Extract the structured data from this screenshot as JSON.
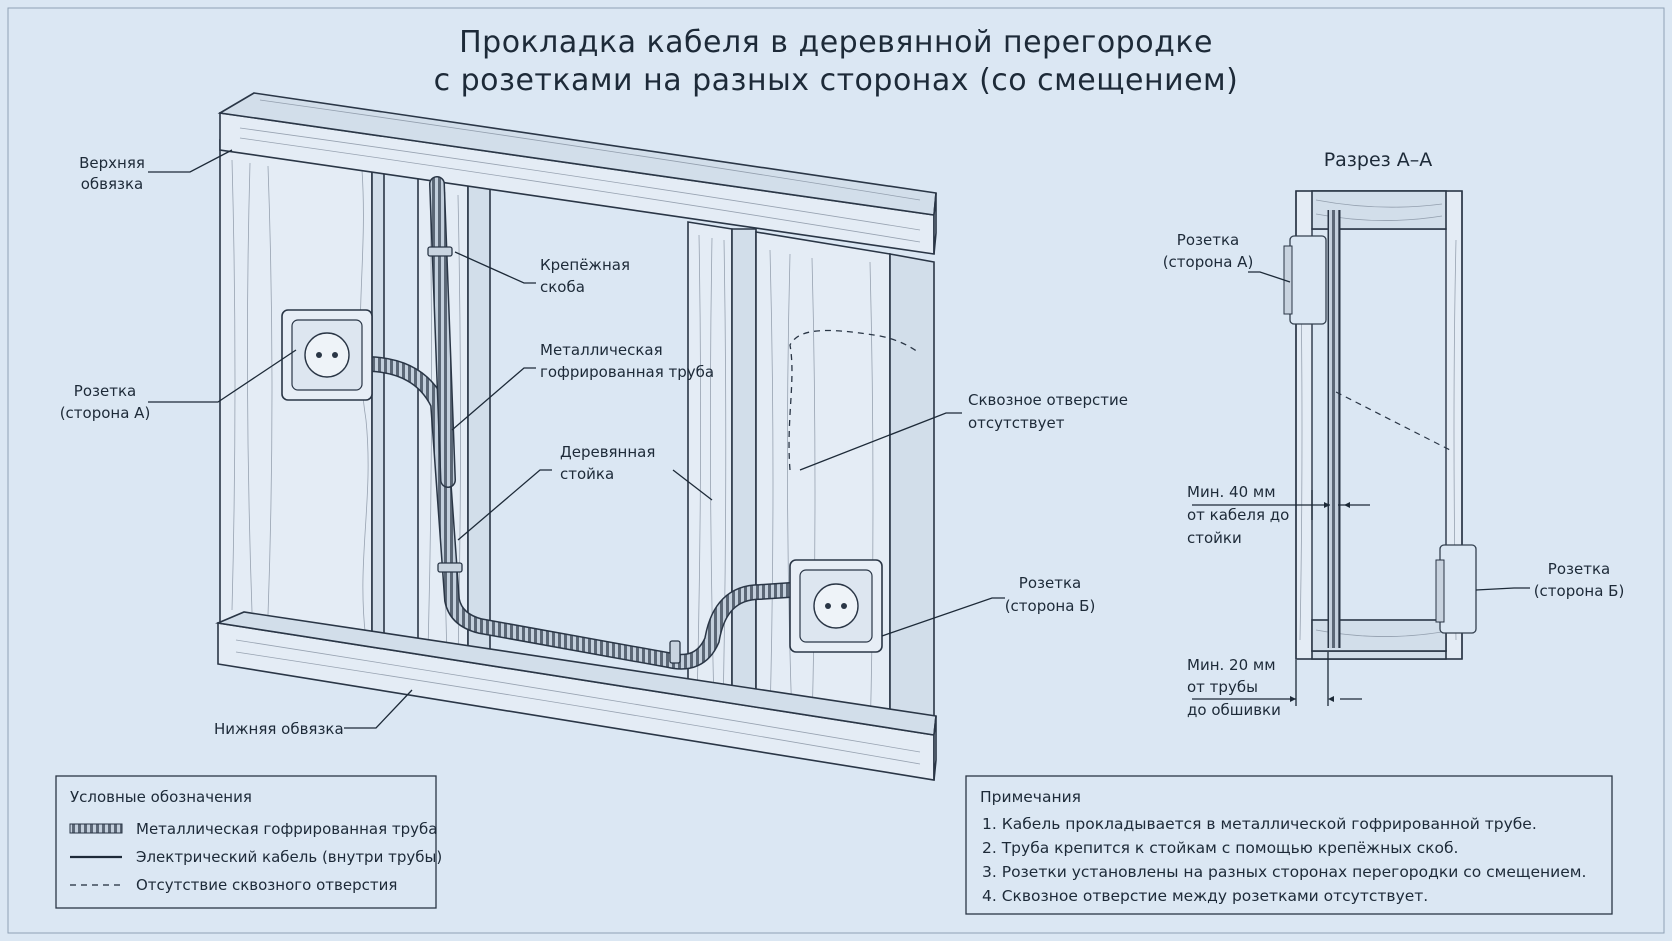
{
  "title": {
    "line1": "Прокладка кабеля в деревянной перегородке",
    "line2": "с розетками на разных сторонах (со смещением)"
  },
  "labels": {
    "top_plate": [
      "Верхняя",
      "обвязка"
    ],
    "clamp": [
      "Крепёжная",
      "скоба"
    ],
    "pipe": [
      "Металлическая",
      "гофрированная труба"
    ],
    "stud": [
      "Деревянная",
      "стойка"
    ],
    "no_hole": [
      "Сквозное отверстие",
      "отсутствует"
    ],
    "socket_a": [
      "Розетка",
      "(сторона А)"
    ],
    "socket_b": [
      "Розетка",
      "(сторона Б)"
    ],
    "bottom_plate": "Нижняя обвязка"
  },
  "section": {
    "title": "Разрез А–А",
    "socket_a": [
      "Розетка",
      "(сторона А)"
    ],
    "socket_b": [
      "Розетка",
      "(сторона Б)"
    ],
    "dim_40": [
      "Мин. 40 мм",
      "от кабеля до",
      "стойки"
    ],
    "dim_20": [
      "Мин. 20 мм",
      "от трубы",
      "до обшивки"
    ]
  },
  "legend": {
    "title": "Условные обозначения",
    "items": [
      "Металлическая гофрированная труба",
      "Электрический кабель (внутри трубы)",
      "Отсутствие сквозного отверстия"
    ]
  },
  "notes": {
    "title": "Примечания",
    "items": [
      "1. Кабель прокладывается в металлической гофрированной трубе.",
      "2. Труба крепится к стойкам с помощью крепёжных скоб.",
      "3. Розетки установлены на разных сторонах перегородки со смещением.",
      "4. Сквозное отверстие между розетками отсутствует."
    ]
  },
  "icons": [
    "outlet-icon",
    "clamp-icon",
    "corrugated-pipe-icon"
  ],
  "colors": {
    "background": "#dbe7f3",
    "ink": "#1d2a38",
    "wood": "#e4ecf5"
  }
}
